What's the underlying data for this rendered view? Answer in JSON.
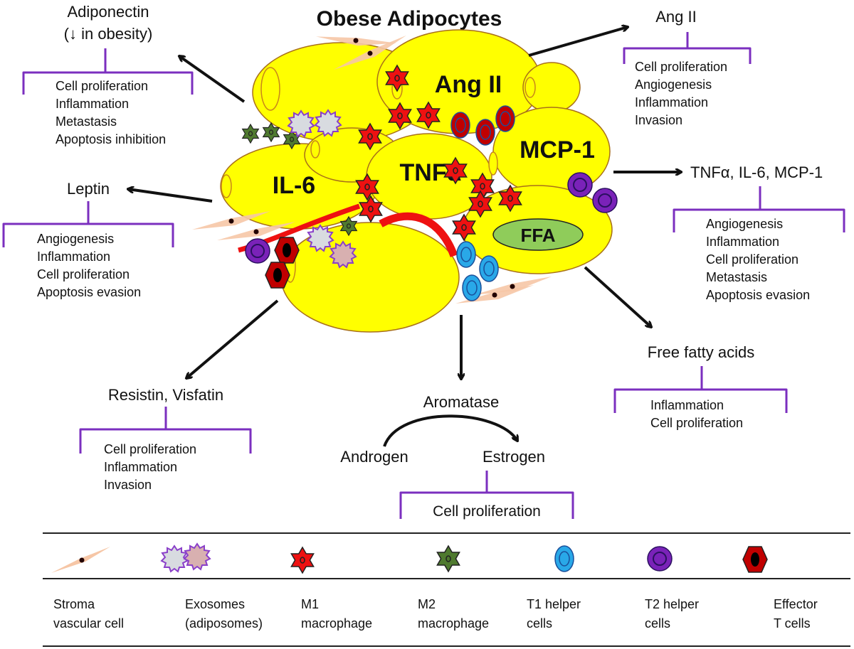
{
  "title": "Obese Adipocytes",
  "colors": {
    "adipocyte": "#ffff00",
    "bracket": "#7b2fbf",
    "m1_macrophage": "#ee1111",
    "m2_macrophage": "#4f7a2f",
    "t1_helper": "#29a8e8",
    "t2_helper": "#7a22b8",
    "effector_t": "#c00000",
    "stroma": "#f6c6a6",
    "ffa": "#8fcc5a",
    "exosome_light": "#d8dbe0",
    "exosome_pink": "#d8b0b0"
  },
  "cell_labels": {
    "ang2": "Ang II",
    "mcp1": "MCP-1",
    "il6": "IL-6",
    "tnfa": "TNFα",
    "ffa": "FFA"
  },
  "factors": [
    {
      "id": "adiponectin",
      "name": "Adiponectin",
      "note": "(↓ in obesity)",
      "effects": [
        "Cell proliferation",
        "Inflammation",
        "Metastasis",
        "Apoptosis inhibition"
      ]
    },
    {
      "id": "ang2",
      "name": "Ang II",
      "effects": [
        "Cell proliferation",
        "Angiogenesis",
        "Inflammation",
        "Invasion"
      ]
    },
    {
      "id": "leptin",
      "name": "Leptin",
      "effects": [
        "Angiogenesis",
        "Inflammation",
        "Cell proliferation",
        "Apoptosis evasion"
      ]
    },
    {
      "id": "cytokines",
      "name": "TNFα, IL-6, MCP-1",
      "effects": [
        "Angiogenesis",
        "Inflammation",
        "Cell proliferation",
        "Metastasis",
        "Apoptosis evasion"
      ]
    },
    {
      "id": "resistin",
      "name": "Resistin, Visfatin",
      "effects": [
        "Cell proliferation",
        "Inflammation",
        "Invasion"
      ]
    },
    {
      "id": "ffa",
      "name": "Free fatty acids",
      "effects": [
        "Inflammation",
        "Cell proliferation"
      ]
    }
  ],
  "aromatase": {
    "enzyme": "Aromatase",
    "substrate": "Androgen",
    "product": "Estrogen",
    "effects": [
      "Cell proliferation"
    ]
  },
  "legend": [
    {
      "icon": "stroma-vascular-cell-icon",
      "line1": "Stroma",
      "line2": "vascular cell"
    },
    {
      "icon": "exosome-icon",
      "line1": "Exosomes",
      "line2": "(adiposomes)"
    },
    {
      "icon": "m1-macrophage-icon",
      "line1": "M1",
      "line2": "macrophage"
    },
    {
      "icon": "m2-macrophage-icon",
      "line1": "M2",
      "line2": "macrophage"
    },
    {
      "icon": "t1-helper-cell-icon",
      "line1": "T1 helper",
      "line2": "cells"
    },
    {
      "icon": "t2-helper-cell-icon",
      "line1": "T2 helper",
      "line2": "cells"
    },
    {
      "icon": "effector-t-cell-icon",
      "line1": "Effector",
      "line2": "T cells"
    }
  ]
}
